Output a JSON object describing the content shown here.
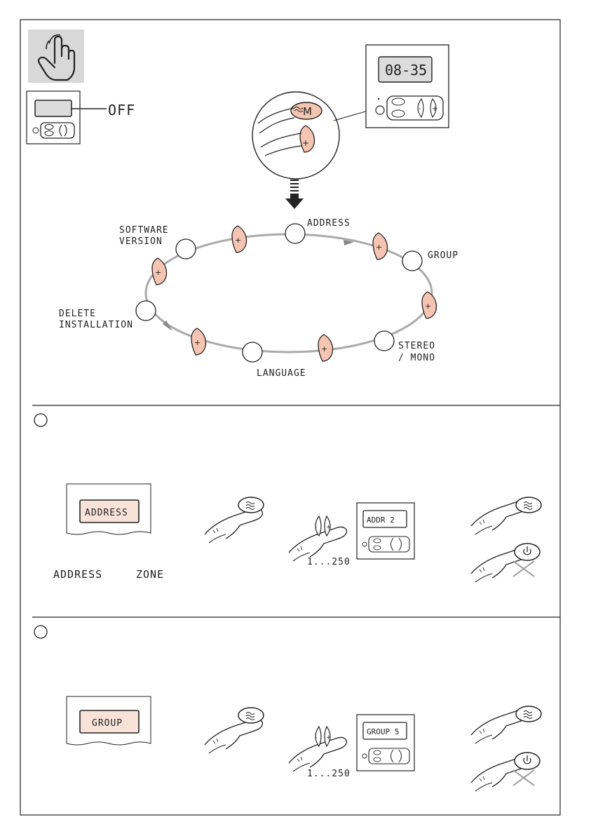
{
  "colors": {
    "accent_fill": "#f6c5b2",
    "panel_fill": "#f9e3d9",
    "lcd_fill": "#dcdcdc",
    "touch_bg": "#d8d8d8",
    "loop_stroke": "#aaaaaa"
  },
  "top": {
    "off_label": "OFF",
    "clock_display": "08-35",
    "m_key": "M",
    "plus_key": "+",
    "minus_key": "-"
  },
  "menu": {
    "address": "ADDRESS",
    "group": "GROUP",
    "stereo_mono_line1": "STEREO",
    "stereo_mono_line2": "/ MONO",
    "language": "LANGUAGE",
    "delete_line1": "DELETE",
    "delete_line2": "INSTALLATION",
    "software_line1": "SOFTWARE",
    "software_line2": "VERSION",
    "plus_glyph": "+"
  },
  "section1": {
    "panel_label": "ADDRESS",
    "range": "1...250",
    "lcd_value": "ADDR  2",
    "caption_address": "ADDRESS",
    "caption_zone": "ZONE"
  },
  "section2": {
    "panel_label": "GROUP",
    "range": "1...250",
    "lcd_value": "GROUP 5"
  },
  "icons": [
    "hand-touch-icon",
    "finger-press-icon",
    "power-icon",
    "cross-icon",
    "down-arrow-icon"
  ]
}
